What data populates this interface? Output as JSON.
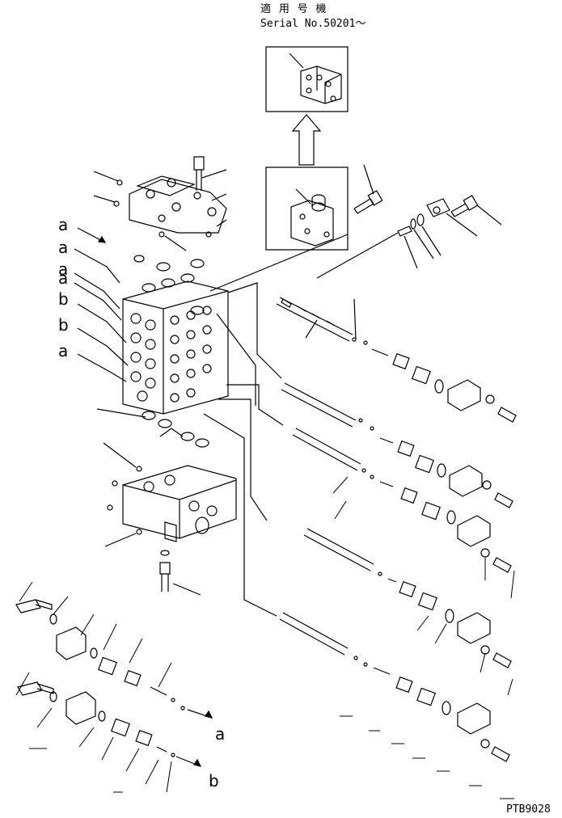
{
  "header": {
    "applicability_label": "適 用 号 機",
    "serial_label": "Serial No.50201～"
  },
  "callout_letters": {
    "left": [
      "a",
      "a",
      "a",
      "a",
      "b",
      "b",
      "a"
    ],
    "bottom_a": "a",
    "bottom_b": "b"
  },
  "figure_code": "PTB9028",
  "colors": {
    "ink": "#000000",
    "paper": "#ffffff"
  }
}
